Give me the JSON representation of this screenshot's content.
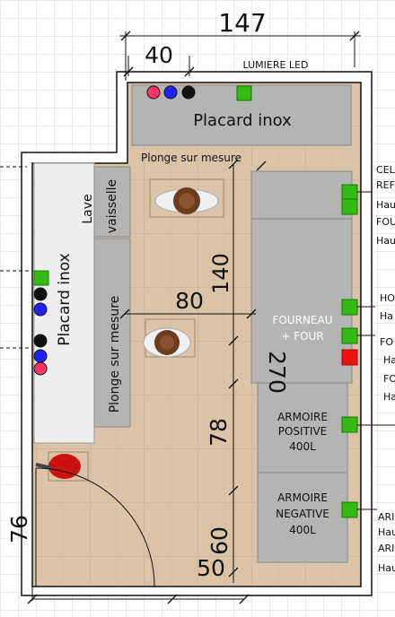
{
  "dimensions": {
    "d147": "147",
    "d40": "40",
    "d140": "140",
    "d80": "80",
    "d270": "270",
    "d78": "78",
    "d76": "76",
    "d60": "60",
    "d50": "50"
  },
  "labels": {
    "lumiere": "LUMIERE LED",
    "placard_inox_top": "Placard inox",
    "plonge_top": "Plonge sur mesure",
    "lave": "Lave",
    "vaisselle": "vaisselle",
    "placard_inox_left": "Placard inox",
    "plonge_left": "Plonge sur mesure",
    "fourneau1": "FOURNEAU",
    "fourneau2": "+ FOUR",
    "armoire_pos1": "ARMOIRE",
    "armoire_pos2": "POSITIVE",
    "armoire_pos3": "400L",
    "armoire_neg1": "ARMOIRE",
    "armoire_neg2": "NEGATIVE",
    "armoire_neg3": "400L"
  },
  "side_labels": [
    "CEL",
    "REF",
    "Hau",
    "FOU",
    "Hau",
    "HO",
    "Ha",
    "FO",
    "Ha",
    "FO",
    "Ha",
    "ARI",
    "Hau",
    "ARI",
    "Hau"
  ],
  "colors": {
    "floor": "#dcc3a8",
    "counter": "#b4b4b4",
    "wall": "#ffffff",
    "socket_green": "#33bb11",
    "socket_red": "#ee1111",
    "dot_red": "#ff3366",
    "dot_blue": "#2222ff",
    "dot_black": "#111111"
  }
}
